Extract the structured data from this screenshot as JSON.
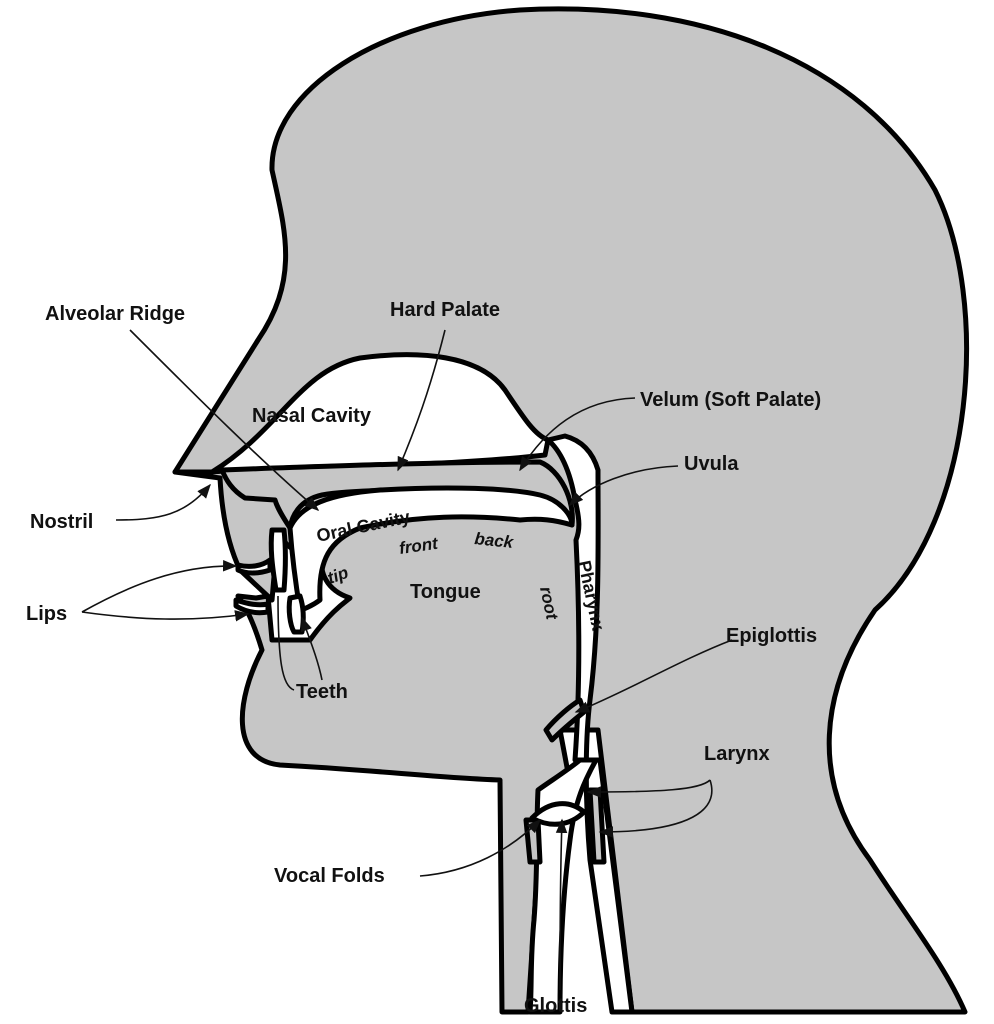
{
  "colors": {
    "tissue": "#c6c6c6",
    "air": "#ffffff",
    "outline": "#000000",
    "text": "#111111"
  },
  "labels": {
    "alveolar_ridge": "Alveolar Ridge",
    "hard_palate": "Hard Palate",
    "nasal_cavity": "Nasal Cavity",
    "velum": "Velum (Soft Palate)",
    "uvula": "Uvula",
    "nostril": "Nostril",
    "oral_cavity": "Oral Cavity",
    "front": "front",
    "back": "back",
    "tip": "tip",
    "tongue": "Tongue",
    "root": "root",
    "pharynx": "Pharynx",
    "lips": "Lips",
    "teeth": "Teeth",
    "epiglottis": "Epiglottis",
    "larynx": "Larynx",
    "vocal_folds": "Vocal Folds",
    "glottis": "Glottis"
  }
}
